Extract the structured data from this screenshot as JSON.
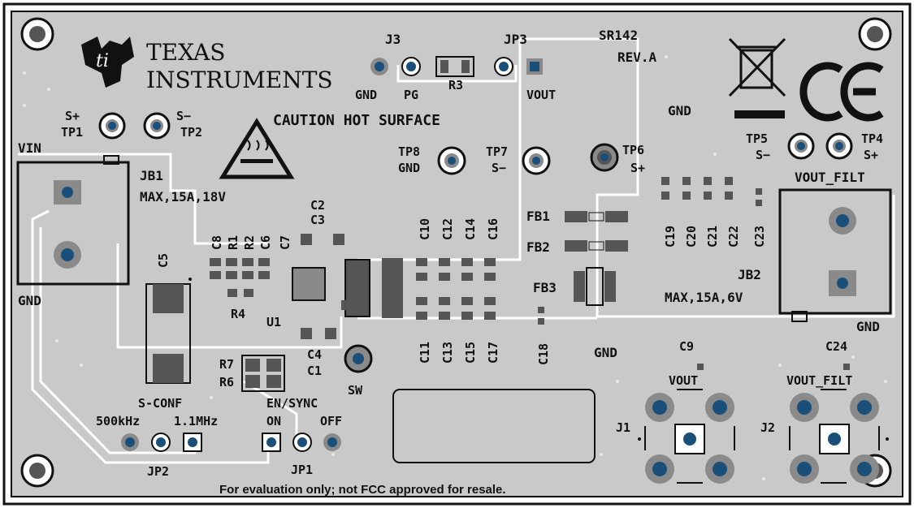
{
  "board": {
    "id": "SR142",
    "revision": "REV.A",
    "brand_line1": "TEXAS",
    "brand_line2": "INSTRUMENTS",
    "caution": "CAUTION HOT SURFACE",
    "footer": "For evaluation only; not FCC approved for resale."
  },
  "labels": {
    "j3": "J3",
    "jp3": "JP3",
    "gnd_j3": "GND",
    "pg": "PG",
    "r3": "R3",
    "vout_j3": "VOUT",
    "s_plus_tp1": "S+",
    "tp1": "TP1",
    "s_minus_tp2": "S−",
    "tp2": "TP2",
    "vin": "VIN",
    "jb1": "JB1",
    "jb1_rating": "MAX,15A,18V",
    "gnd_left": "GND",
    "tp8": "TP8",
    "tp8_gnd": "GND",
    "tp7": "TP7",
    "tp7_s": "S−",
    "tp6": "TP6",
    "tp6_s": "S+",
    "gnd_top_right": "GND",
    "tp5": "TP5",
    "tp5_s": "S−",
    "tp4": "TP4",
    "tp4_s": "S+",
    "vout_filt_top": "VOUT_FILT",
    "jb2": "JB2",
    "jb2_rating": "MAX,15A,6V",
    "gnd_right": "GND",
    "c2": "C2",
    "c3": "C3",
    "c8": "C8",
    "r1": "R1",
    "r2": "R2",
    "c6": "C6",
    "c7": "C7",
    "c5": "C5",
    "r4": "R4",
    "u1": "U1",
    "c4": "C4",
    "c1": "C1",
    "sw": "SW",
    "r7": "R7",
    "r6": "R6",
    "s_conf": "S-CONF",
    "f500": "500kHz",
    "f11": "1.1MHz",
    "en_sync": "EN/SYNC",
    "on": "ON",
    "off": "OFF",
    "jp2": "JP2",
    "jp1": "JP1",
    "c10": "C10",
    "c12": "C12",
    "c14": "C14",
    "c16": "C16",
    "c11": "C11",
    "c13": "C13",
    "c15": "C15",
    "c17": "C17",
    "c18": "C18",
    "fb1": "FB1",
    "fb2": "FB2",
    "fb3": "FB3",
    "c19": "C19",
    "c20": "C20",
    "c21": "C21",
    "c22": "C22",
    "c23": "C23",
    "gnd_mid": "GND",
    "c9": "C9",
    "vout_j1": "VOUT",
    "j1": "J1",
    "c24": "C24",
    "vout_filt_j2": "VOUT_FILT",
    "j2": "J2"
  },
  "colors": {
    "board": "#c9c9c9",
    "trace": "#ffffff",
    "pad": "#1a4f7a",
    "ring": "#8a8a8a",
    "dark": "#555555",
    "silk": "#111111"
  }
}
